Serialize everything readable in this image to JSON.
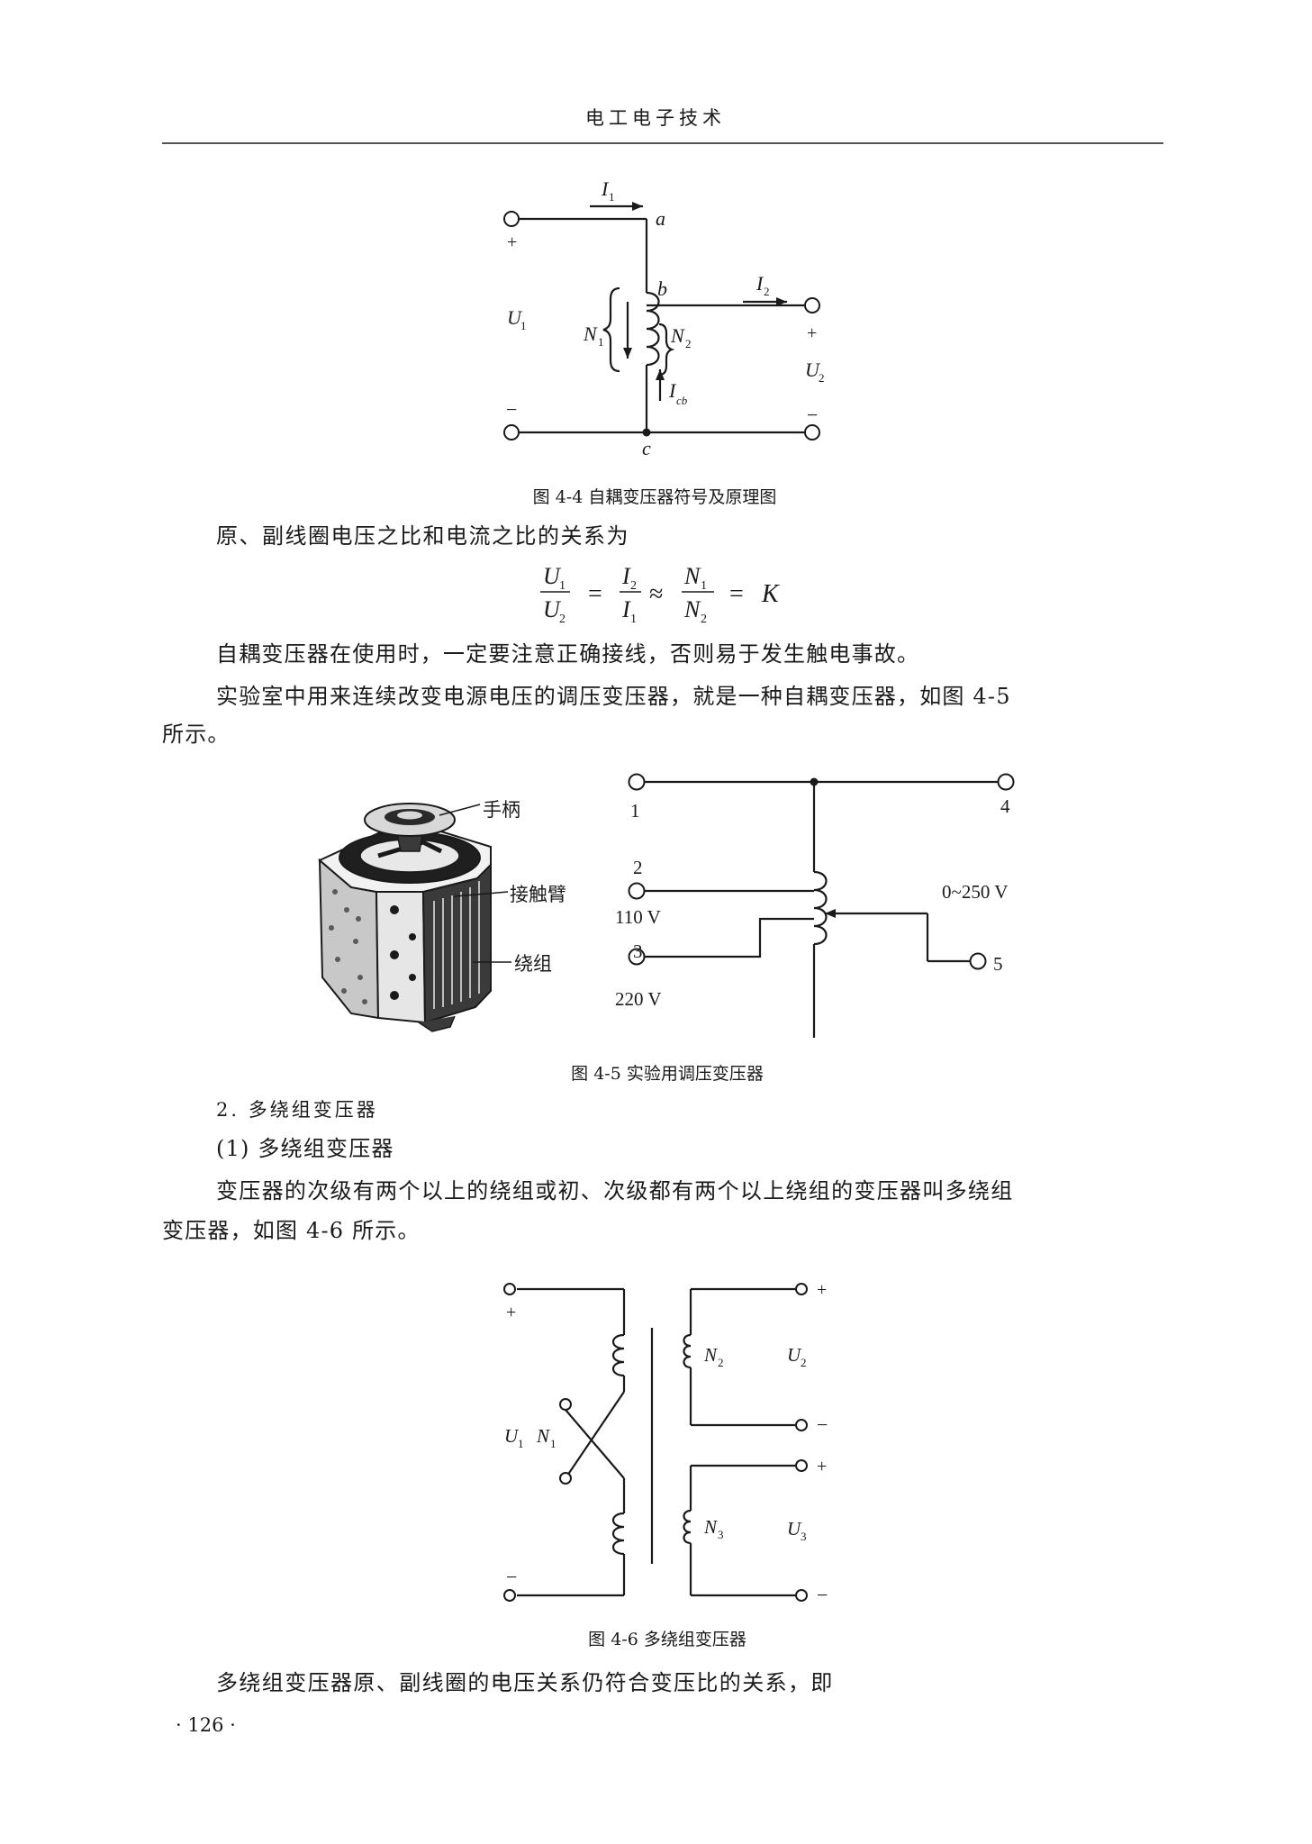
{
  "header": {
    "title": "电工电子技术"
  },
  "fig_4_4": {
    "caption": "图 4-4 自耦变压器符号及原理图",
    "labels": {
      "I1": "I",
      "I1_sub": "1",
      "a": "a",
      "b": "b",
      "c": "c",
      "I2": "I",
      "I2_sub": "2",
      "U1": "U",
      "U1_sub": "1",
      "N1": "N",
      "N1_sub": "1",
      "N2": "N",
      "N2_sub": "2",
      "U2": "U",
      "U2_sub": "2",
      "Icb": "I",
      "Icb_sub": "cb",
      "plus": "+",
      "minus": "−"
    }
  },
  "body": {
    "p1": "原、副线圈电压之比和电流之比的关系为",
    "eq": {
      "U": "U",
      "U1_sub": "1",
      "U2_sub": "2",
      "I": "I",
      "I2_sub": "2",
      "I1_sub": "1",
      "N": "N",
      "N1_sub": "1",
      "N2_sub": "2",
      "eq": "=",
      "approx": "≈",
      "K": "K"
    },
    "p2": "自耦变压器在使用时，一定要注意正确接线，否则易于发生触电事故。",
    "p3_line1": "实验室中用来连续改变电源电压的调压变压器，就是一种自耦变压器，如图 4-5",
    "p3_line2": "所示。",
    "h2": "2. 多绕组变压器",
    "h3": "(1) 多绕组变压器",
    "p4_line1": "变压器的次级有两个以上的绕组或初、次级都有两个以上绕组的变压器叫多绕组",
    "p4_line2": "变压器，如图 4-6 所示。",
    "p5": "多绕组变压器原、副线圈的电压关系仍符合变压比的关系，即"
  },
  "fig_4_5": {
    "caption": "图 4-5 实验用调压变压器",
    "photo_labels": {
      "handle": "手柄",
      "contact_arm": "接触臂",
      "winding": "绕组"
    },
    "terminals": {
      "t1": "1",
      "t2": "2",
      "t3": "3",
      "t4": "4",
      "t5": "5"
    },
    "voltages": {
      "v110": "110 V",
      "v220": "220 V",
      "range": "0~250 V"
    }
  },
  "fig_4_6": {
    "caption": "图 4-6 多绕组变压器",
    "labels": {
      "U": "U",
      "N": "N",
      "sub1": "1",
      "sub2": "2",
      "sub3": "3",
      "plus": "+",
      "minus": "−"
    }
  },
  "footer": {
    "page_number": "· 126 ·"
  }
}
